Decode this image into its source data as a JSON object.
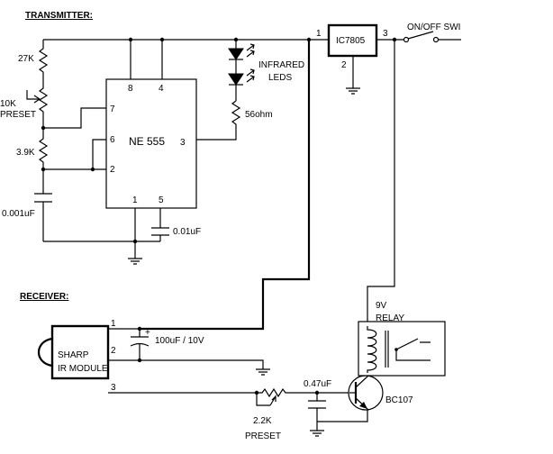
{
  "headings": {
    "transmitter": "TRANSMITTER:",
    "receiver": "RECEIVER:"
  },
  "transmitter": {
    "r1": "27K",
    "preset_value": "10K",
    "preset_word": "PRESET",
    "r2": "3.9K",
    "c_timing": "0.001uF",
    "ic_label": "NE 555",
    "ic_pins": {
      "p8": "8",
      "p4": "4",
      "p7": "7",
      "p6": "6",
      "p2": "2",
      "p3": "3",
      "p1": "1",
      "p5": "5"
    },
    "c_control": "0.01uF",
    "led_label_1": "INFRARED",
    "led_label_2": "LEDS",
    "r_led": "56ohm",
    "regulator": "IC7805",
    "reg_pins": {
      "in": "1",
      "gnd": "2",
      "out": "3"
    },
    "switch_label": "ON/OFF SWI"
  },
  "receiver": {
    "module_line1": "SHARP",
    "module_line2": "IR MODULE",
    "module_pins": {
      "p1": "1",
      "p2": "2",
      "p3": "3"
    },
    "c_filter": "100uF / 10V",
    "c_plus": "+",
    "preset_value": "2.2K",
    "preset_word": "PRESET",
    "c_coupling": "0.47uF",
    "transistor": "BC107",
    "relay_line1": "9V",
    "relay_line2": "RELAY"
  }
}
